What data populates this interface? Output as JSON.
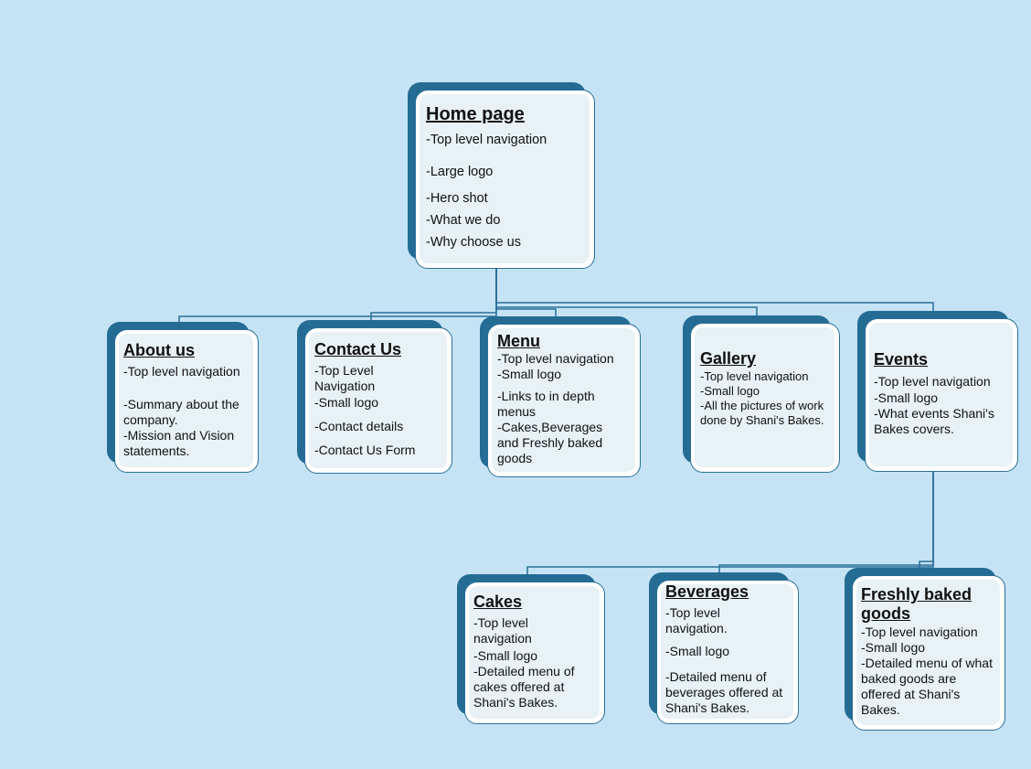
{
  "diagram": {
    "home": {
      "title": "Home page",
      "items": [
        "-Top level navigation",
        "-Large logo",
        "-Hero shot",
        "-What we do",
        "-Why choose us"
      ]
    },
    "about": {
      "title": "About us",
      "items": [
        "-Top level navigation",
        "-Summary about the company.",
        "-Mission and Vision statements."
      ]
    },
    "contact": {
      "title": "Contact Us",
      "items": [
        "-Top Level Navigation",
        "-Small logo",
        "-Contact details",
        "-Contact Us Form"
      ]
    },
    "menu": {
      "title": "Menu",
      "items": [
        "-Top level navigation",
        "-Small logo",
        "-Links to in depth menus",
        "-Cakes,Beverages and Freshly baked goods"
      ]
    },
    "gallery": {
      "title": "Gallery",
      "items": [
        "-Top level navigation",
        "-Small logo",
        "-All the pictures of work done by Shani's Bakes."
      ]
    },
    "events": {
      "title": "Events",
      "items": [
        "-Top level navigation",
        "-Small logo",
        "-What events Shani's Bakes covers."
      ]
    },
    "cakes": {
      "title": "Cakes",
      "items": [
        "-Top level navigation",
        "-Small logo",
        "-Detailed menu of cakes offered at Shani's Bakes."
      ]
    },
    "beverages": {
      "title": "Beverages",
      "items": [
        "-Top level navigation.",
        "-Small logo",
        "-Detailed menu of beverages offered at Shani's Bakes."
      ]
    },
    "baked": {
      "title": "Freshly baked goods",
      "items": [
        "-Top level navigation",
        "-Small logo",
        "-Detailed menu of what baked goods are offered at Shani's Bakes."
      ]
    }
  },
  "colors": {
    "background": "#c5e3f5",
    "box_shadow": "#246c94",
    "box_fill": "#e7f1f6",
    "connector": "#2a6f98"
  }
}
